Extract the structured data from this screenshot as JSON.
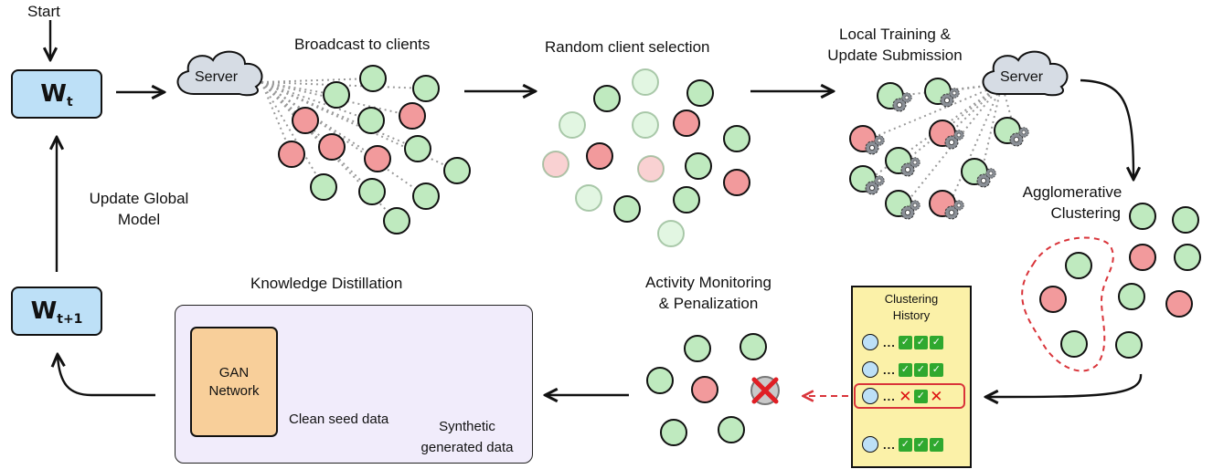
{
  "start_label": "Start",
  "weights": {
    "current": {
      "main": "W",
      "sub": "t"
    },
    "next": {
      "main": "W",
      "sub": "t+1"
    }
  },
  "server_label": "Server",
  "stages": {
    "broadcast": "Broadcast to clients",
    "random_selection": "Random client selection",
    "local_training": [
      "Local Training &",
      "Update Submission"
    ],
    "clustering": [
      "Agglomerative",
      "Clustering"
    ],
    "activity_monitoring": [
      "Activity Monitoring",
      "& Penalization"
    ],
    "knowledge_distillation": "Knowledge Distillation",
    "update_global": [
      "Update Global",
      "Model"
    ]
  },
  "knowledge_distillation": {
    "gan": [
      "GAN",
      "Network"
    ],
    "clean_seed": "Clean seed data",
    "synthetic": [
      "Synthetic",
      "generated data"
    ]
  },
  "clustering_history": {
    "title": [
      "Clustering",
      "History"
    ],
    "rows": [
      {
        "ellipsis": "...",
        "marks": [
          "check",
          "check",
          "check"
        ]
      },
      {
        "ellipsis": "...",
        "marks": [
          "check",
          "check",
          "check"
        ]
      },
      {
        "ellipsis": "...",
        "marks": [
          "cross",
          "check",
          "cross"
        ],
        "highlighted": true
      },
      {
        "ellipsis": "...",
        "marks": [
          "check",
          "check",
          "check"
        ]
      }
    ]
  },
  "colors": {
    "benign_client": "#bfeabf",
    "malicious_client": "#f29a9c",
    "weight_box": "#bde0f7",
    "server_cloud": "#d6dce4",
    "kd_panel": "#f1ecfb",
    "gan_box": "#f8cf9a",
    "history_panel": "#fbf1a8",
    "highlight": "#d9343a"
  }
}
